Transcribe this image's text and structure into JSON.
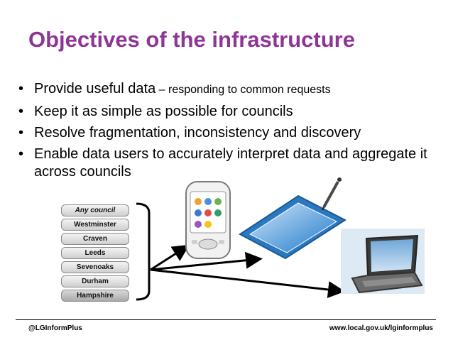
{
  "slide": {
    "title": "Objectives of the infrastructure",
    "bullets": [
      {
        "text": "Provide useful data",
        "sub": " – responding to common requests"
      },
      {
        "text": "Keep it as simple as possible for councils"
      },
      {
        "text": "Resolve fragmentation, inconsistency and discovery"
      },
      {
        "text": "Enable data users to accurately interpret data and aggregate it across councils"
      }
    ],
    "councils": [
      "Any council",
      "Westminster",
      "Craven",
      "Leeds",
      "Sevenoaks",
      "Durham",
      "Hampshire"
    ],
    "devices": [
      "smartphone-icon",
      "graphics-tablet-icon",
      "laptop-icon"
    ],
    "footer": {
      "left": "@LGInformPlus",
      "right": "www.local.gov.uk/lginformplus"
    },
    "colors": {
      "title": "#8e3595"
    }
  }
}
